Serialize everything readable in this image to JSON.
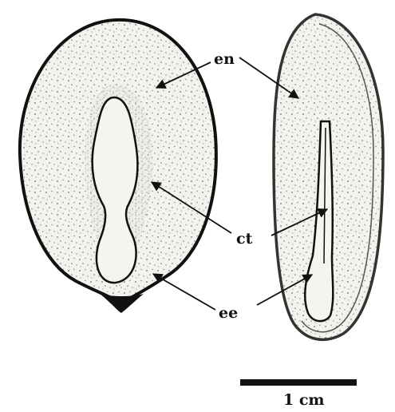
{
  "labels": {
    "endosperm": "en",
    "cotyledon": "ct",
    "embryo_edge": "ee"
  },
  "scale_bar": {
    "label": "1 cm"
  },
  "colors": {
    "ink": "#111111",
    "seed_fill": "#f3f1ec",
    "paper": "#ffffff"
  }
}
